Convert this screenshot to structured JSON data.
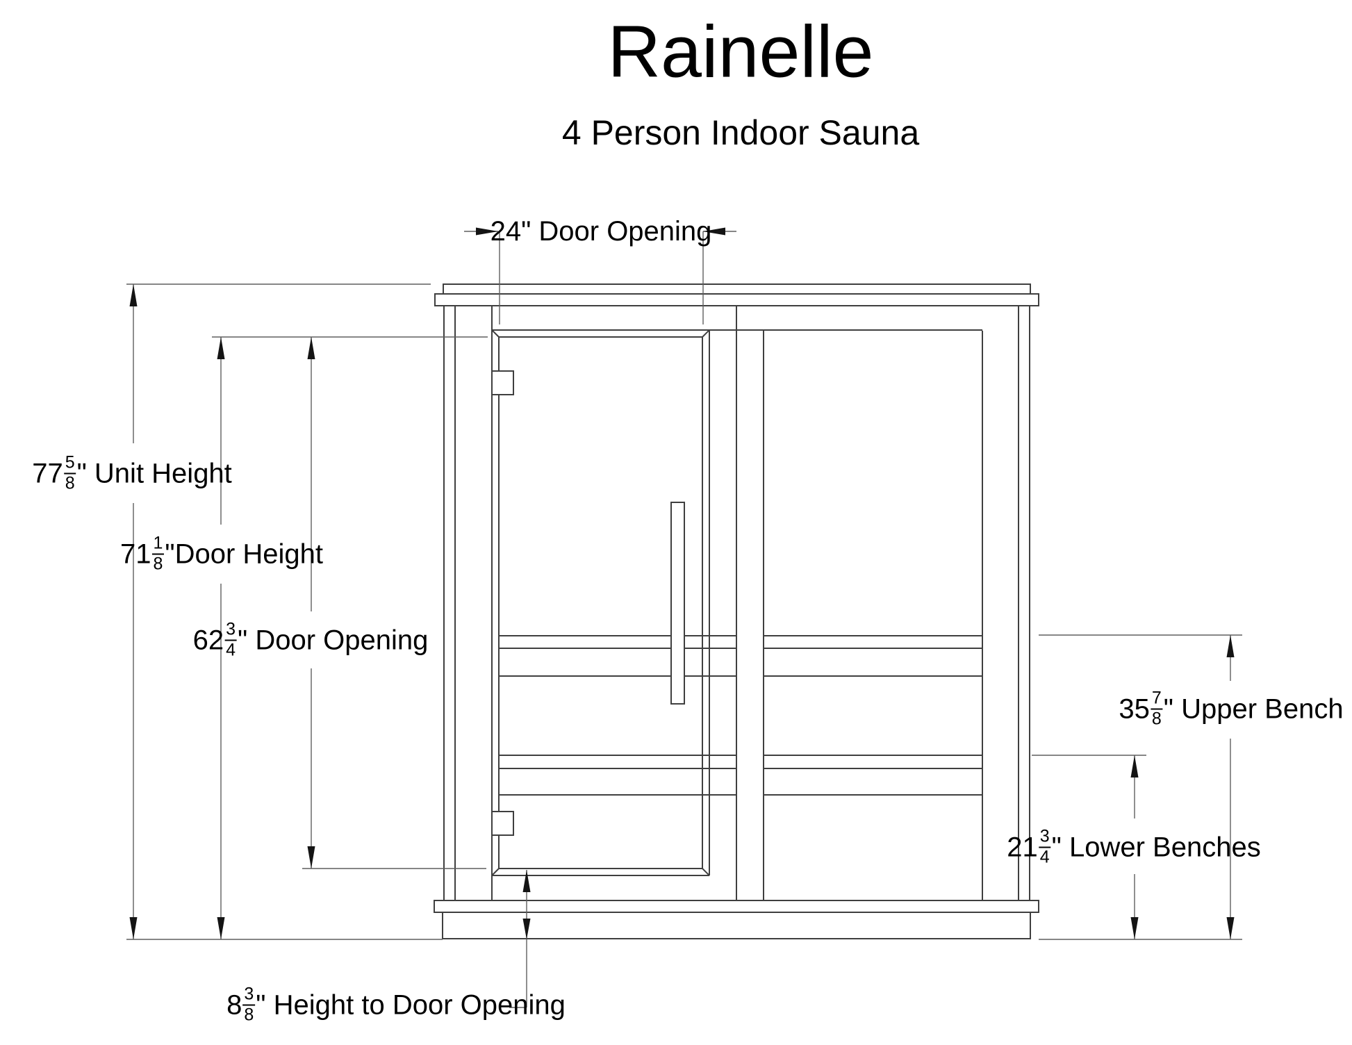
{
  "title": "Rainelle",
  "subtitle": "4 Person Indoor Sauna",
  "dimensions": {
    "door_opening_width": {
      "whole": "24",
      "suffix": "\" Door Opening"
    },
    "unit_height": {
      "whole": "77",
      "num": "5",
      "den": "8",
      "suffix": "\" Unit Height"
    },
    "door_height": {
      "whole": "71",
      "num": "1",
      "den": "8",
      "suffix": "\"Door Height"
    },
    "door_opening_height": {
      "whole": "62",
      "num": "3",
      "den": "4",
      "suffix": "\" Door Opening"
    },
    "upper_bench": {
      "whole": "35",
      "num": "7",
      "den": "8",
      "suffix": "\" Upper Bench"
    },
    "lower_benches": {
      "whole": "21",
      "num": "3",
      "den": "4",
      "suffix": "\" Lower Benches"
    },
    "height_to_door_opening": {
      "whole": "8",
      "num": "3",
      "den": "8",
      "suffix": "\" Height to Door Opening"
    }
  }
}
